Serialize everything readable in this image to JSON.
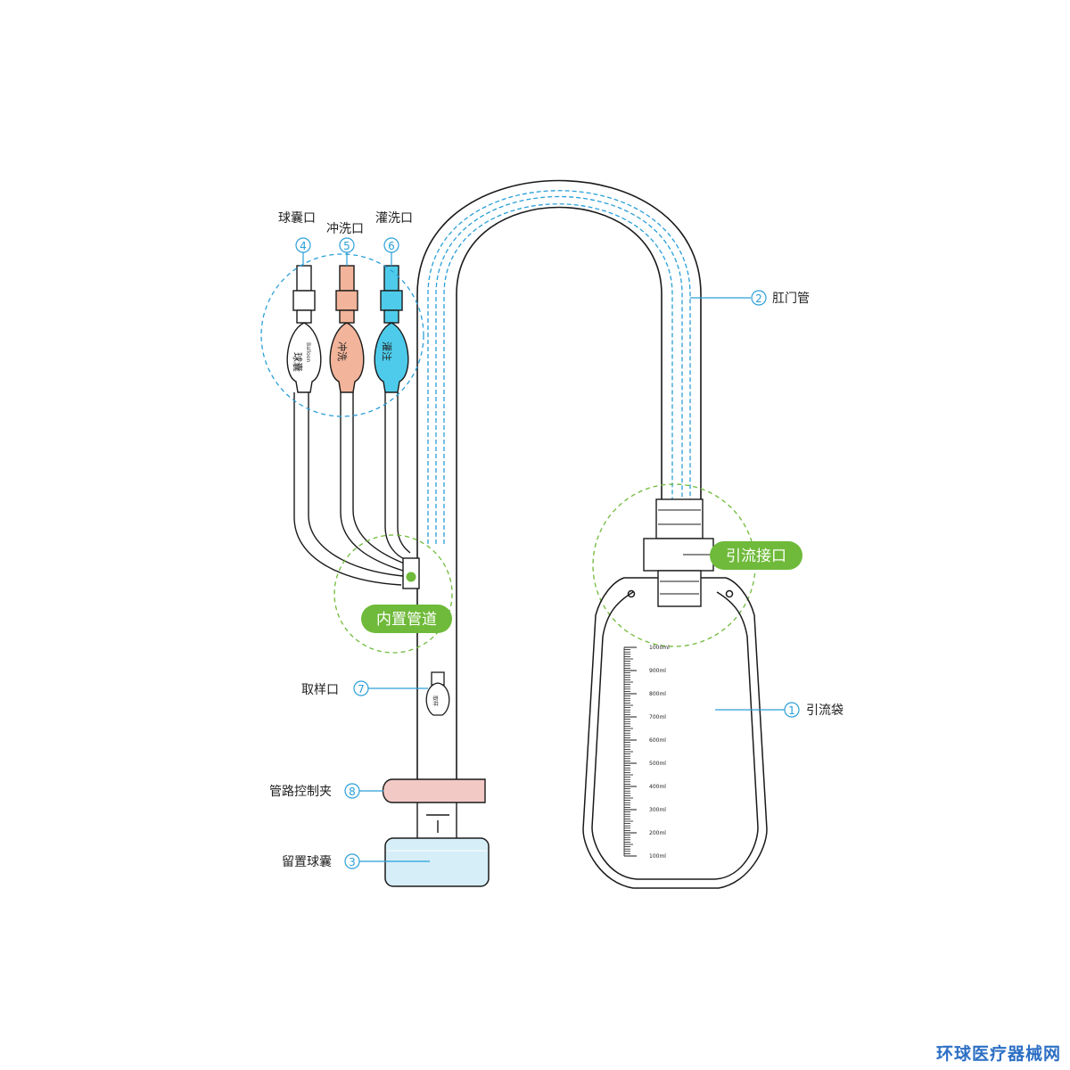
{
  "labels": {
    "balloon_port": "球囊口",
    "flush_port": "冲洗口",
    "irrigation_port": "灌洗口",
    "anal_tube": "肛门管",
    "drain_connector": "引流接口",
    "inner_channel": "内置管道",
    "sampling_port": "取样口",
    "drain_bag": "引流袋",
    "line_clamp": "管路控制夹",
    "retention_balloon": "留置球囊"
  },
  "numbers": {
    "n1": "①",
    "n2": "②",
    "n3": "③",
    "n4": "④",
    "n5": "⑤",
    "n6": "⑥",
    "n7": "⑦",
    "n8": "⑧"
  },
  "bulbs": {
    "balloon_cn": "球囊",
    "balloon_en": "Balloon",
    "flush_cn": "冲洗",
    "irrigation_cn": "灌注"
  },
  "sampling_cn": "取样",
  "scale": [
    "1000ml",
    "900ml",
    "800ml",
    "700ml",
    "600ml",
    "500ml",
    "400ml",
    "300ml",
    "200ml",
    "100ml"
  ],
  "watermark": "环球医疗器械网",
  "colors": {
    "line": "#1a1a1a",
    "blue_dash": "#2a9fd8",
    "green": "#6fba3a",
    "salmon": "#f2b49a",
    "cyan": "#4ecbea",
    "clamp": "#f3c9c6",
    "balloon_fill": "#d6eef8"
  }
}
